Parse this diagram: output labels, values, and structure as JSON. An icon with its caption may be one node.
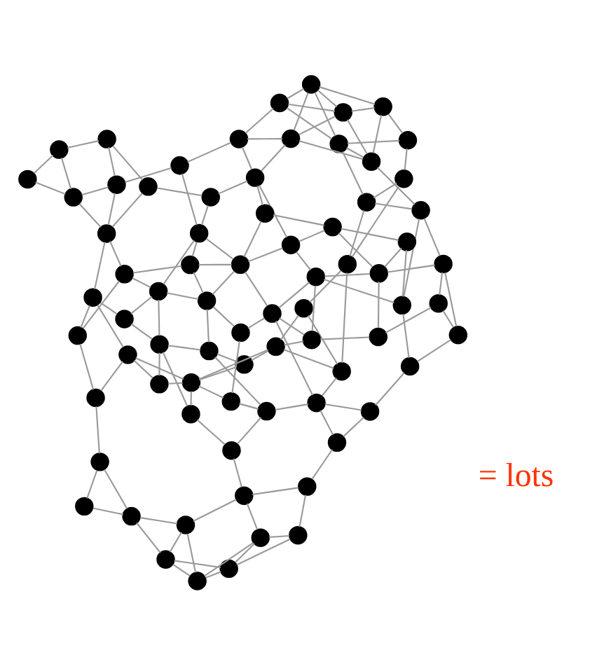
{
  "diagram": {
    "nodes": [
      {
        "text": [],
        "shape": "circle"
      },
      {
        "text": [],
        "shape": "circle"
      },
      {
        "text": [],
        "shape": "circle"
      },
      {
        "text": [],
        "shape": "circle"
      },
      {
        "text": [],
        "shape": "circle"
      },
      {
        "text": [],
        "shape": "circle"
      },
      {
        "text": [],
        "shape": "circle"
      },
      {
        "text": [],
        "shape": "circle"
      },
      {
        "text": [],
        "shape": "circle"
      },
      {
        "text": [],
        "shape": "circle"
      },
      {
        "text": [],
        "shape": "circle"
      },
      {
        "text": [],
        "shape": "circle"
      },
      {
        "text": [],
        "shape": "circle"
      },
      {
        "text": [],
        "shape": "circle"
      },
      {
        "text": [],
        "shape": "circle"
      },
      {
        "text": [],
        "shape": "circle"
      },
      {
        "text": [],
        "shape": "circle"
      },
      {
        "text": [],
        "shape": "circle"
      },
      {
        "text": [],
        "shape": "circle"
      },
      {
        "text": [],
        "shape": "circle"
      },
      {
        "text": [],
        "shape": "circle"
      },
      {
        "text": [],
        "shape": "circle"
      },
      {
        "text": [],
        "shape": "circle"
      },
      {
        "text": [],
        "shape": "circle"
      },
      {
        "text": [],
        "shape": "circle"
      },
      {
        "text": [],
        "shape": "circle"
      },
      {
        "text": [],
        "shape": "circle"
      },
      {
        "text": [],
        "shape": "circle"
      },
      {
        "text": [],
        "shape": "circle"
      },
      {
        "text": [],
        "shape": "circle"
      },
      {
        "text": [],
        "shape": "circle"
      },
      {
        "text": [],
        "shape": "circle"
      },
      {
        "text": [],
        "shape": "circle"
      },
      {
        "text": [],
        "shape": "circle"
      },
      {
        "text": [],
        "shape": "circle"
      },
      {
        "text": [],
        "shape": "circle"
      },
      {
        "text": [],
        "shape": "circle"
      },
      {
        "text": [],
        "shape": "circle"
      },
      {
        "text": [],
        "shape": "circle"
      },
      {
        "text": [],
        "shape": "circle"
      },
      {
        "text": [],
        "shape": "circle"
      },
      {
        "text": [],
        "shape": "circle"
      },
      {
        "text": [],
        "shape": "circle"
      },
      {
        "text": [],
        "shape": "circle"
      },
      {
        "text": [],
        "shape": "circle"
      },
      {
        "text": [],
        "shape": "circle"
      },
      {
        "text": [],
        "shape": "circle"
      },
      {
        "text": [],
        "shape": "circle"
      },
      {
        "text": [],
        "shape": "circle"
      },
      {
        "text": [],
        "shape": "circle"
      },
      {
        "text": [],
        "shape": "circle"
      },
      {
        "text": [],
        "shape": "circle"
      },
      {
        "text": [],
        "shape": "circle"
      },
      {
        "text": [],
        "shape": "circle"
      },
      {
        "text": [],
        "shape": "circle"
      },
      {
        "text": [],
        "shape": "circle"
      },
      {
        "text": [],
        "shape": "circle"
      },
      {
        "text": [],
        "shape": "circle"
      },
      {
        "text": [],
        "shape": "circle"
      },
      {
        "text": [],
        "shape": "circle"
      },
      {
        "text": [],
        "shape": "circle"
      },
      {
        "text": [],
        "shape": "circle"
      },
      {
        "text": [],
        "shape": "circle"
      },
      {
        "text": [],
        "shape": "circle"
      },
      {
        "text": [],
        "shape": "circle"
      },
      {
        "text": [],
        "shape": "circle"
      },
      {
        "text": [],
        "shape": "circle"
      },
      {
        "text": [],
        "shape": "circle"
      },
      {
        "text": [],
        "shape": "circle"
      },
      {
        "text": [],
        "shape": "circle"
      },
      {
        "text": [],
        "shape": "circle"
      },
      {
        "text": [],
        "shape": "circle"
      },
      {
        "text": [],
        "shape": "circle"
      },
      {
        "text": [],
        "shape": "circle"
      },
      {
        "text": [],
        "shape": "circle"
      }
    ],
    "edges": [
      {
        "from": 0,
        "to": 1,
        "arrow": "none"
      },
      {
        "from": 0,
        "to": 3,
        "arrow": "none"
      },
      {
        "from": 0,
        "to": 2,
        "arrow": "none"
      },
      {
        "from": 1,
        "to": 3,
        "arrow": "none"
      },
      {
        "from": 1,
        "to": 5,
        "arrow": "none"
      },
      {
        "from": 3,
        "to": 5,
        "arrow": "none"
      },
      {
        "from": 3,
        "to": 4,
        "arrow": "none"
      },
      {
        "from": 4,
        "to": 5,
        "arrow": "none"
      },
      {
        "from": 2,
        "to": 7,
        "arrow": "none"
      },
      {
        "from": 2,
        "to": 8,
        "arrow": "none"
      },
      {
        "from": 4,
        "to": 6,
        "arrow": "none"
      },
      {
        "from": 4,
        "to": 10,
        "arrow": "none"
      },
      {
        "from": 6,
        "to": 10,
        "arrow": "none"
      },
      {
        "from": 6,
        "to": 8,
        "arrow": "none"
      },
      {
        "from": 6,
        "to": 5,
        "arrow": "none"
      },
      {
        "from": 7,
        "to": 9,
        "arrow": "none"
      },
      {
        "from": 7,
        "to": 13,
        "arrow": "none"
      },
      {
        "from": 8,
        "to": 1,
        "arrow": "none"
      },
      {
        "from": 8,
        "to": 17,
        "arrow": "none"
      },
      {
        "from": 9,
        "to": 13,
        "arrow": "none"
      },
      {
        "from": 10,
        "to": 14,
        "arrow": "none"
      },
      {
        "from": 10,
        "to": 31,
        "arrow": "none"
      },
      {
        "from": 14,
        "to": 31,
        "arrow": "none"
      },
      {
        "from": 14,
        "to": 42,
        "arrow": "none"
      },
      {
        "from": 13,
        "to": 32,
        "arrow": "none"
      },
      {
        "from": 13,
        "to": 26,
        "arrow": "none"
      },
      {
        "from": 9,
        "to": 19,
        "arrow": "none"
      },
      {
        "from": 11,
        "to": 12,
        "arrow": "none"
      },
      {
        "from": 11,
        "to": 21,
        "arrow": "none"
      },
      {
        "from": 12,
        "to": 21,
        "arrow": "none"
      },
      {
        "from": 12,
        "to": 15,
        "arrow": "none"
      },
      {
        "from": 11,
        "to": 15,
        "arrow": "none"
      },
      {
        "from": 15,
        "to": 20,
        "arrow": "none"
      },
      {
        "from": 15,
        "to": 36,
        "arrow": "none"
      },
      {
        "from": 20,
        "to": 36,
        "arrow": "none"
      },
      {
        "from": 20,
        "to": 40,
        "arrow": "none"
      },
      {
        "from": 19,
        "to": 25,
        "arrow": "none"
      },
      {
        "from": 19,
        "to": 37,
        "arrow": "none"
      },
      {
        "from": 16,
        "to": 17,
        "arrow": "none"
      },
      {
        "from": 16,
        "to": 35,
        "arrow": "none"
      },
      {
        "from": 17,
        "to": 26,
        "arrow": "none"
      },
      {
        "from": 18,
        "to": 22,
        "arrow": "none"
      },
      {
        "from": 18,
        "to": 34,
        "arrow": "none"
      },
      {
        "from": 21,
        "to": 28,
        "arrow": "none"
      },
      {
        "from": 21,
        "to": 22,
        "arrow": "none"
      },
      {
        "from": 22,
        "to": 23,
        "arrow": "none"
      },
      {
        "from": 22,
        "to": 33,
        "arrow": "none"
      },
      {
        "from": 22,
        "to": 41,
        "arrow": "none"
      },
      {
        "from": 23,
        "to": 26,
        "arrow": "none"
      },
      {
        "from": 23,
        "to": 27,
        "arrow": "none"
      },
      {
        "from": 27,
        "to": 32,
        "arrow": "none"
      },
      {
        "from": 27,
        "to": 43,
        "arrow": "none"
      },
      {
        "from": 28,
        "to": 32,
        "arrow": "none"
      },
      {
        "from": 28,
        "to": 29,
        "arrow": "none"
      },
      {
        "from": 28,
        "to": 38,
        "arrow": "none"
      },
      {
        "from": 29,
        "to": 24,
        "arrow": "none"
      },
      {
        "from": 29,
        "to": 39,
        "arrow": "none"
      },
      {
        "from": 24,
        "to": 25,
        "arrow": "none"
      },
      {
        "from": 24,
        "to": 30,
        "arrow": "none"
      },
      {
        "from": 30,
        "to": 25,
        "arrow": "none"
      },
      {
        "from": 30,
        "to": 39,
        "arrow": "none"
      },
      {
        "from": 30,
        "to": 44,
        "arrow": "none"
      },
      {
        "from": 32,
        "to": 45,
        "arrow": "none"
      },
      {
        "from": 32,
        "to": 38,
        "arrow": "none"
      },
      {
        "from": 33,
        "to": 35,
        "arrow": "none"
      },
      {
        "from": 33,
        "to": 41,
        "arrow": "none"
      },
      {
        "from": 34,
        "to": 35,
        "arrow": "none"
      },
      {
        "from": 34,
        "to": 43,
        "arrow": "none"
      },
      {
        "from": 35,
        "to": 49,
        "arrow": "none"
      },
      {
        "from": 35,
        "to": 50,
        "arrow": "none"
      },
      {
        "from": 36,
        "to": 44,
        "arrow": "none"
      },
      {
        "from": 36,
        "to": 47,
        "arrow": "none"
      },
      {
        "from": 37,
        "to": 38,
        "arrow": "none"
      },
      {
        "from": 37,
        "to": 46,
        "arrow": "none"
      },
      {
        "from": 37,
        "to": 44,
        "arrow": "none"
      },
      {
        "from": 38,
        "to": 39,
        "arrow": "none"
      },
      {
        "from": 38,
        "to": 48,
        "arrow": "none"
      },
      {
        "from": 39,
        "to": 46,
        "arrow": "none"
      },
      {
        "from": 39,
        "to": 51,
        "arrow": "none"
      },
      {
        "from": 40,
        "to": 47,
        "arrow": "none"
      },
      {
        "from": 40,
        "to": 57,
        "arrow": "none"
      },
      {
        "from": 41,
        "to": 42,
        "arrow": "none"
      },
      {
        "from": 41,
        "to": 54,
        "arrow": "none"
      },
      {
        "from": 42,
        "to": 55,
        "arrow": "none"
      },
      {
        "from": 43,
        "to": 45,
        "arrow": "none"
      },
      {
        "from": 43,
        "to": 50,
        "arrow": "none"
      },
      {
        "from": 43,
        "to": 53,
        "arrow": "none"
      },
      {
        "from": 44,
        "to": 52,
        "arrow": "none"
      },
      {
        "from": 45,
        "to": 48,
        "arrow": "none"
      },
      {
        "from": 45,
        "to": 53,
        "arrow": "none"
      },
      {
        "from": 45,
        "to": 61,
        "arrow": "none"
      },
      {
        "from": 46,
        "to": 51,
        "arrow": "none"
      },
      {
        "from": 47,
        "to": 52,
        "arrow": "none"
      },
      {
        "from": 47,
        "to": 60,
        "arrow": "none"
      },
      {
        "from": 47,
        "to": 67,
        "arrow": "none"
      },
      {
        "from": 48,
        "to": 51,
        "arrow": "none"
      },
      {
        "from": 48,
        "to": 58,
        "arrow": "none"
      },
      {
        "from": 49,
        "to": 50,
        "arrow": "none"
      },
      {
        "from": 49,
        "to": 54,
        "arrow": "none"
      },
      {
        "from": 50,
        "to": 56,
        "arrow": "none"
      },
      {
        "from": 50,
        "to": 61,
        "arrow": "none"
      },
      {
        "from": 52,
        "to": 57,
        "arrow": "none"
      },
      {
        "from": 52,
        "to": 62,
        "arrow": "none"
      },
      {
        "from": 52,
        "to": 64,
        "arrow": "none"
      },
      {
        "from": 53,
        "to": 56,
        "arrow": "none"
      },
      {
        "from": 53,
        "to": 61,
        "arrow": "none"
      },
      {
        "from": 54,
        "to": 55,
        "arrow": "none"
      },
      {
        "from": 54,
        "to": 65,
        "arrow": "none"
      },
      {
        "from": 55,
        "to": 56,
        "arrow": "none"
      },
      {
        "from": 56,
        "to": 65,
        "arrow": "none"
      },
      {
        "from": 57,
        "to": 60,
        "arrow": "none"
      },
      {
        "from": 58,
        "to": 59,
        "arrow": "none"
      },
      {
        "from": 58,
        "to": 62,
        "arrow": "none"
      },
      {
        "from": 58,
        "to": 63,
        "arrow": "none"
      },
      {
        "from": 58,
        "to": 69,
        "arrow": "none"
      },
      {
        "from": 59,
        "to": 45,
        "arrow": "none"
      },
      {
        "from": 60,
        "to": 62,
        "arrow": "none"
      },
      {
        "from": 60,
        "to": 64,
        "arrow": "none"
      },
      {
        "from": 60,
        "to": 67,
        "arrow": "none"
      },
      {
        "from": 61,
        "to": 63,
        "arrow": "none"
      },
      {
        "from": 61,
        "to": 68,
        "arrow": "none"
      },
      {
        "from": 62,
        "to": 64,
        "arrow": "none"
      },
      {
        "from": 62,
        "to": 69,
        "arrow": "none"
      },
      {
        "from": 64,
        "to": 67,
        "arrow": "none"
      },
      {
        "from": 65,
        "to": 66,
        "arrow": "none"
      },
      {
        "from": 65,
        "to": 71,
        "arrow": "none"
      },
      {
        "from": 65,
        "to": 70,
        "arrow": "none"
      },
      {
        "from": 66,
        "to": 73,
        "arrow": "none"
      },
      {
        "from": 67,
        "to": 69,
        "arrow": "none"
      },
      {
        "from": 68,
        "to": 69,
        "arrow": "none"
      },
      {
        "from": 68,
        "to": 71,
        "arrow": "none"
      },
      {
        "from": 70,
        "to": 71,
        "arrow": "none"
      },
      {
        "from": 70,
        "to": 72,
        "arrow": "none"
      },
      {
        "from": 70,
        "to": 74,
        "arrow": "none"
      },
      {
        "from": 71,
        "to": 73,
        "arrow": "none"
      },
      {
        "from": 72,
        "to": 73,
        "arrow": "none"
      },
      {
        "from": 72,
        "to": 74,
        "arrow": "none"
      },
      {
        "from": 12,
        "to": 13,
        "arrow": "none"
      },
      {
        "from": 16,
        "to": 22,
        "arrow": "none"
      },
      {
        "from": 18,
        "to": 21,
        "arrow": "none"
      },
      {
        "from": 26,
        "to": 34,
        "arrow": "none"
      },
      {
        "from": 59,
        "to": 51,
        "arrow": "none"
      },
      {
        "from": 63,
        "to": 66,
        "arrow": "none"
      },
      {
        "from": 57,
        "to": 64,
        "arrow": "none"
      }
    ],
    "labels": [
      "= lots"
    ]
  }
}
